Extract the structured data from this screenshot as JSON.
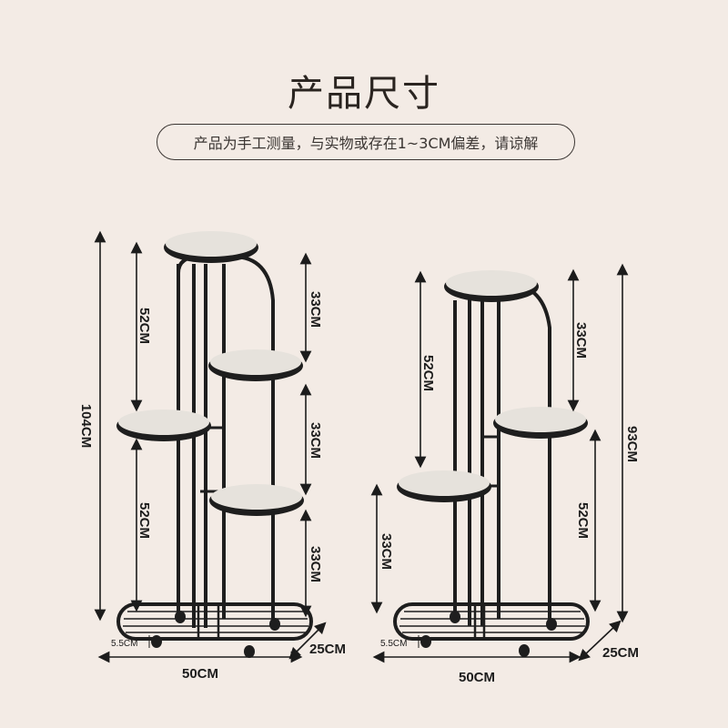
{
  "header": {
    "title": "产品尺寸",
    "notice": "产品为手工测量，与实物或存在1~3CM偏差，请谅解"
  },
  "left_rack": {
    "total_height": "104CM",
    "gap_upper": "52CM",
    "gap_lower": "52CM",
    "right_gap_top": "33CM",
    "right_gap_mid": "33CM",
    "right_gap_bottom": "33CM",
    "wheel_height": "5.5CM",
    "width": "50CM",
    "depth": "25CM"
  },
  "right_rack": {
    "total_height": "93CM",
    "left_gap_upper": "52CM",
    "left_gap_lower": "33CM",
    "right_gap_top": "33CM",
    "right_gap_bottom": "52CM",
    "wheel_height": "5.5CM",
    "width": "50CM",
    "depth": "25CM"
  },
  "colors": {
    "background": "#f3ebe5",
    "frame": "#1e1e1e",
    "shelf_top": "#e6e2dc",
    "text": "#2a2420"
  }
}
